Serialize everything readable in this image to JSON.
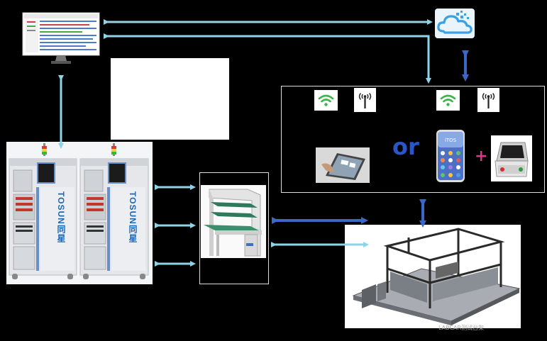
{
  "diagram": {
    "or_label": "or",
    "plus_label": "+",
    "labcar_caption": "LABCAR测试台架",
    "cabinet_brand": "TOSUN同星",
    "colors": {
      "background": "#000000",
      "arrow_light": "#8fd3e6",
      "arrow_blue": "#3d66c9",
      "frame_line": "#ffffff",
      "accent_or": "#2b56c7",
      "accent_plus": "#e0338a",
      "cloud": "#3aa0e8",
      "wifi": "#3bb54a"
    },
    "icons": [
      "monitor-icon",
      "cloud-icon",
      "wifi-icon",
      "antenna-icon",
      "tablet-icon",
      "smartphone-icon",
      "shield-box-icon"
    ]
  }
}
